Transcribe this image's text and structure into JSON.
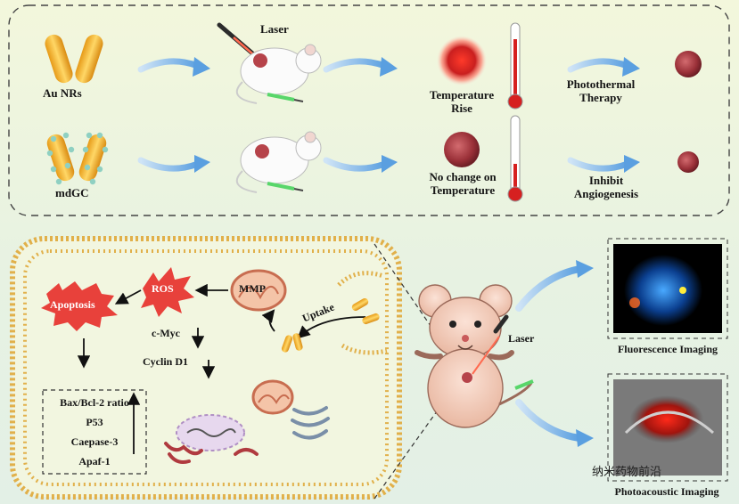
{
  "top_panel": {
    "au_nrs": "Au NRs",
    "mdgc": "mdGC",
    "laser": "Laser",
    "temp_rise_1": "Temperature",
    "temp_rise_2": "Rise",
    "no_change_1": "No change on",
    "no_change_2": "Temperature",
    "ptt_1": "Photothermal",
    "ptt_2": "Therapy",
    "inhibit_1": "Inhibit",
    "inhibit_2": "Angiogenesis"
  },
  "bottom_panel": {
    "ros": "ROS",
    "apoptosis": "Apoptosis",
    "mmp": "MMP",
    "uptake": "Uptake",
    "cmyc": "c-Myc",
    "cyclin": "Cyclin D1",
    "box_items": [
      "Bax/Bcl-2 ratio",
      "P53",
      "Caepase-3",
      "Apaf-1"
    ],
    "laser": "Laser",
    "fluorescence": "Fluorescence Imaging",
    "photoacoustic": "Photoacoustic Imaging"
  },
  "watermark": "纳米药物前沿",
  "colors": {
    "gold": "#f2b233",
    "tumor": "#a3303c",
    "arrow": "#6aa8e0",
    "ros": "#e8413b"
  }
}
